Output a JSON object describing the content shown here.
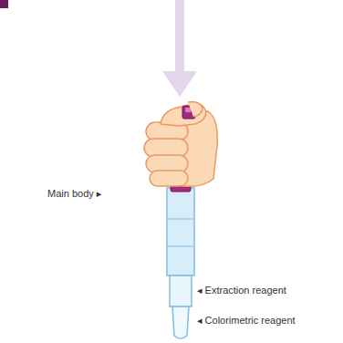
{
  "diagram": {
    "labels": [
      "Main body ▸",
      "◂ Extraction reagent",
      "◂ Colorimetric reagent"
    ]
  }
}
